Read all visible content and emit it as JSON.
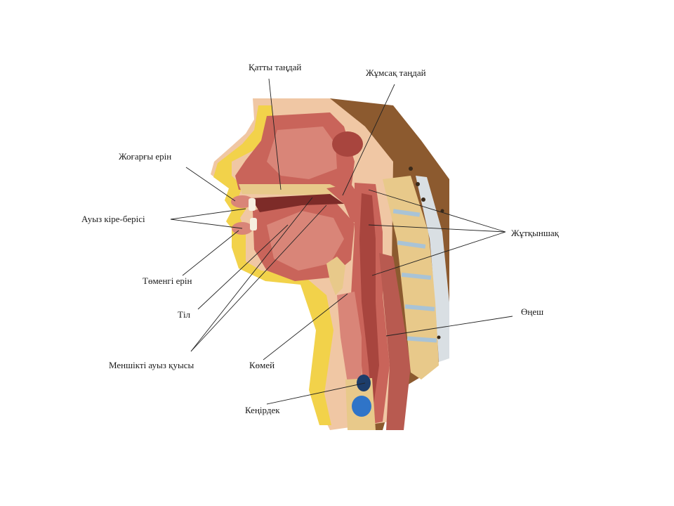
{
  "labels": {
    "hard_palate": "Қатты таңдай",
    "soft_palate": "Жұмсақ таңдай",
    "upper_lip": "Жоғарғы ерін",
    "oral_vestibule": "Ауыз кіре-берісі",
    "pharynx": "Жұтқыншақ",
    "lower_lip": "Төменгі ерін",
    "tongue": "Тіл",
    "esophagus": "Өңеш",
    "oral_cavity_proper": "Меншікті ауыз қуысы",
    "larynx": "Көмей",
    "trachea": "Кеңірдек"
  },
  "colors": {
    "background": "#ffffff",
    "skin": "#f0c7a4",
    "fat": "#f2d24a",
    "muscle": "#c9645a",
    "muscle_dark": "#a8453e",
    "cavity": "#d98578",
    "bone": "#e8c98a",
    "disc": "#a9c3d6",
    "leader_line": "#222222",
    "text": "#1a1a1a"
  }
}
